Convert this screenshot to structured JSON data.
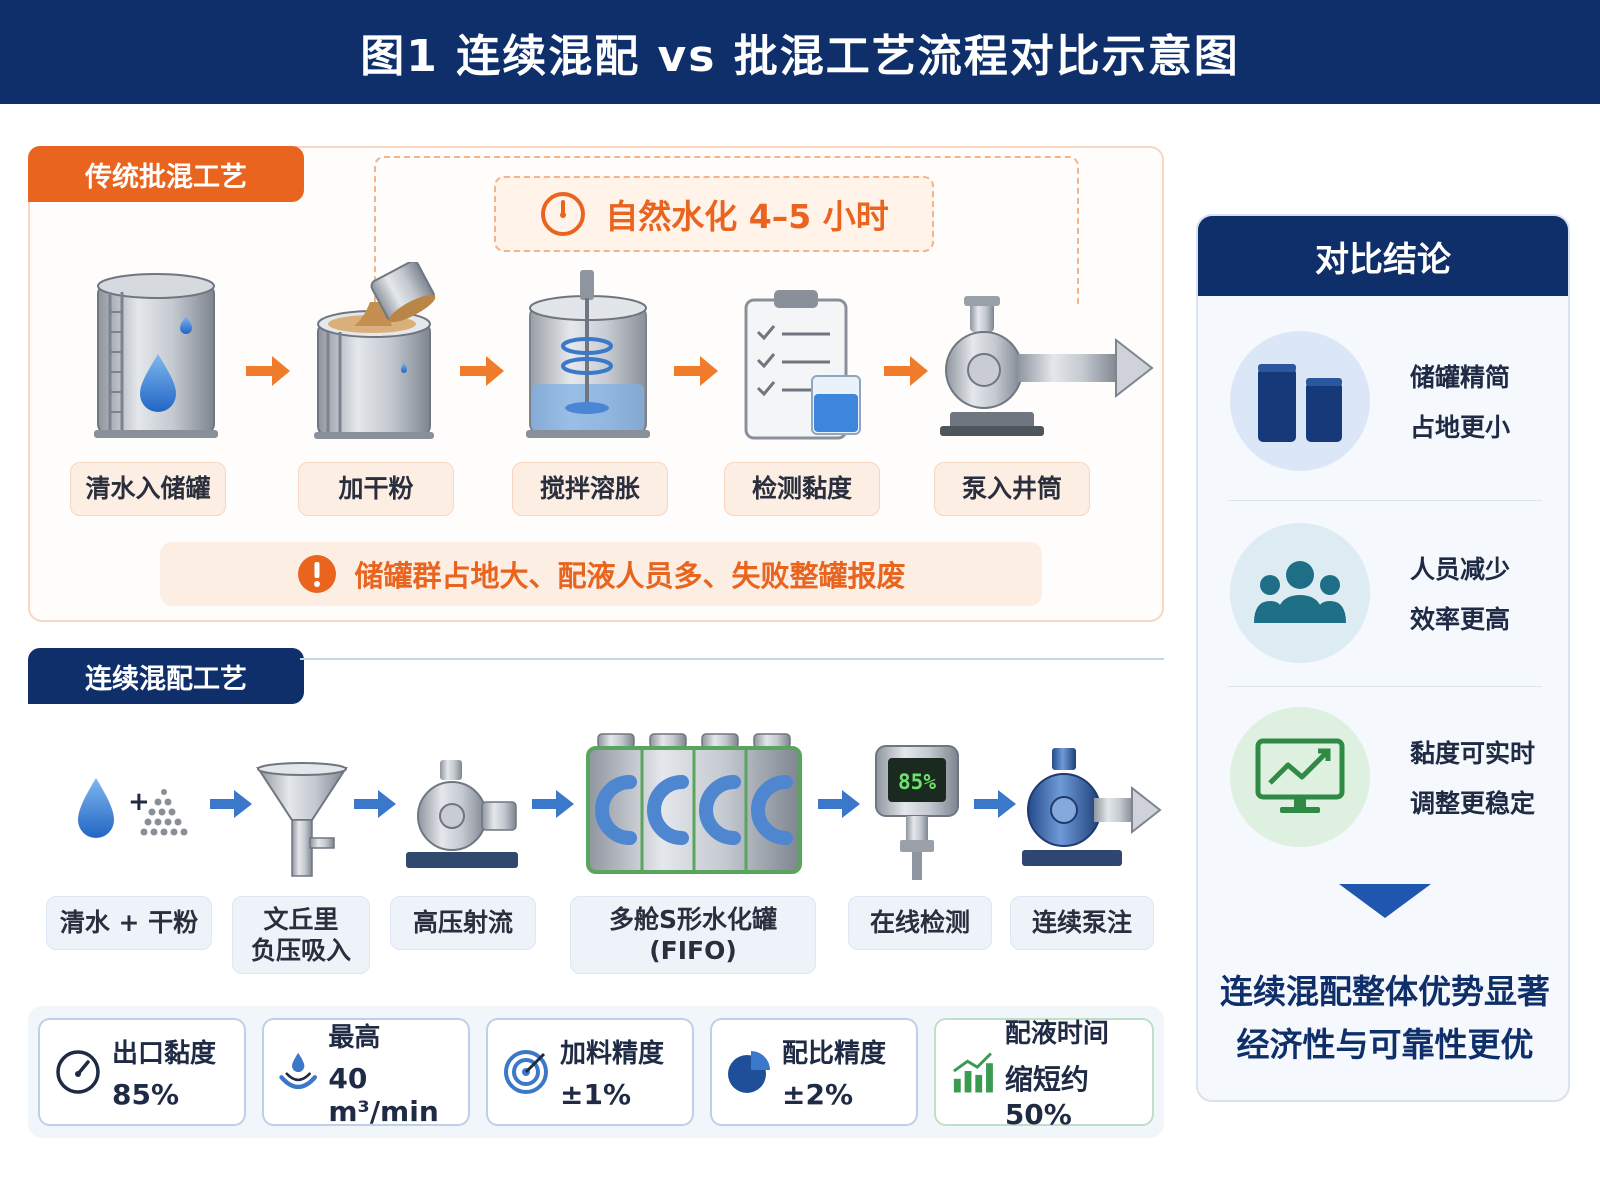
{
  "title": "图1  连续混配 vs 批混工艺流程对比示意图",
  "batch": {
    "section_title": "传统批混工艺",
    "hydration_note": "自然水化 4–5 小时",
    "steps": [
      "清水入储罐",
      "加干粉",
      "搅拌溶胀",
      "检测黏度",
      "泵入井筒"
    ],
    "warning": "储罐群占地大、配液人员多、失败整罐报废"
  },
  "continuous": {
    "section_title": "连续混配工艺",
    "steps": [
      {
        "line1": "清水 + 干粉",
        "line2": ""
      },
      {
        "line1": "文丘里",
        "line2": "负压吸入"
      },
      {
        "line1": "高压射流",
        "line2": ""
      },
      {
        "line1": "多舱S形水化罐",
        "line2": "(FIFO)"
      },
      {
        "line1": "在线检测",
        "line2": ""
      },
      {
        "line1": "连续泵注",
        "line2": ""
      }
    ],
    "gauge_reading": "85%",
    "metrics": [
      {
        "label": "出口黏度",
        "value": "85%",
        "icon": "gauge-icon"
      },
      {
        "label": "最高",
        "value": "40 m³/min",
        "icon": "flow-icon"
      },
      {
        "label": "加料精度",
        "value": "±1%",
        "icon": "target-icon"
      },
      {
        "label": "配比精度",
        "value": "±2%",
        "icon": "pie-icon"
      },
      {
        "label": "配液时间",
        "value": "缩短约50%",
        "icon": "growth-chart-icon"
      }
    ]
  },
  "conclusion": {
    "title": "对比结论",
    "items": [
      {
        "line1": "储罐精简",
        "line2": "占地更小",
        "icon": "tanks-icon"
      },
      {
        "line1": "人员减少",
        "line2": "效率更高",
        "icon": "people-icon"
      },
      {
        "line1": "黏度可实时",
        "line2": "调整更稳定",
        "icon": "monitor-chart-icon"
      }
    ],
    "final_line1": "连续混配整体优势显著",
    "final_line2": "经济性与可靠性更优"
  },
  "colors": {
    "navy": "#0f2f6b",
    "orange": "#e8641f",
    "light_orange": "#fdeee4",
    "blue": "#3b78c9",
    "green": "#3a9a4f"
  }
}
